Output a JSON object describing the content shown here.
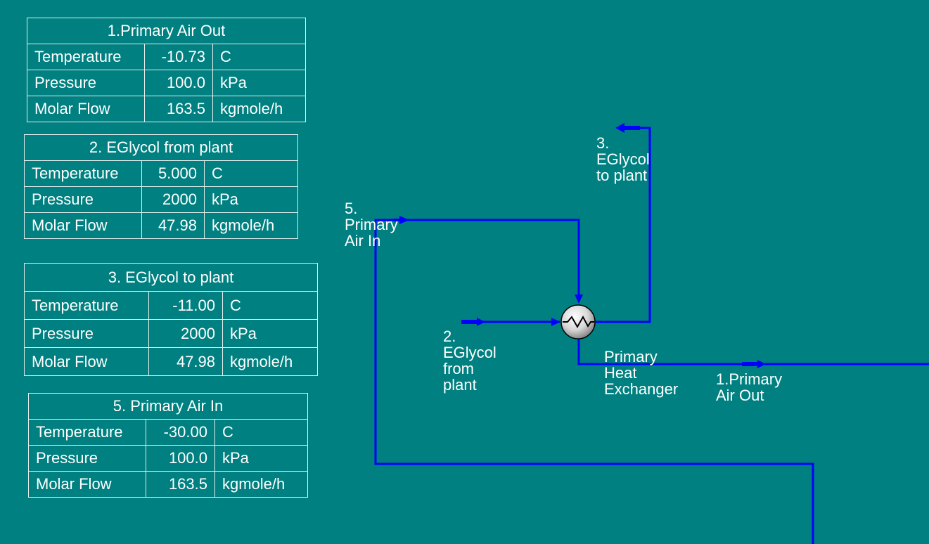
{
  "tables": [
    {
      "title": "1.Primary Air Out",
      "rows": [
        {
          "property": "Temperature",
          "value": "-10.73",
          "unit": "C"
        },
        {
          "property": "Pressure",
          "value": "100.0",
          "unit": "kPa"
        },
        {
          "property": "Molar Flow",
          "value": "163.5",
          "unit": "kgmole/h"
        }
      ]
    },
    {
      "title": "2. EGlycol from plant",
      "rows": [
        {
          "property": "Temperature",
          "value": "5.000",
          "unit": "C"
        },
        {
          "property": "Pressure",
          "value": "2000",
          "unit": "kPa"
        },
        {
          "property": "Molar Flow",
          "value": "47.98",
          "unit": "kgmole/h"
        }
      ]
    },
    {
      "title": "3. EGlycol to plant",
      "rows": [
        {
          "property": "Temperature",
          "value": "-11.00",
          "unit": "C"
        },
        {
          "property": "Pressure",
          "value": "2000",
          "unit": "kPa"
        },
        {
          "property": "Molar Flow",
          "value": "47.98",
          "unit": "kgmole/h"
        }
      ]
    },
    {
      "title": "5. Primary Air In",
      "rows": [
        {
          "property": "Temperature",
          "value": "-30.00",
          "unit": "C"
        },
        {
          "property": "Pressure",
          "value": "100.0",
          "unit": "kPa"
        },
        {
          "property": "Molar Flow",
          "value": "163.5",
          "unit": "kgmole/h"
        }
      ]
    }
  ],
  "flowsheet": {
    "stream5_label": [
      "5.",
      "Primary",
      "Air In"
    ],
    "stream3_label": [
      "3.",
      "EGlycol",
      "to plant"
    ],
    "stream2_label": [
      "2.",
      "EGlycol",
      "from",
      "plant"
    ],
    "exchanger_label": [
      "Primary",
      "Heat",
      "Exchanger"
    ],
    "stream1_label": [
      "1.Primary",
      "Air Out"
    ],
    "stream_color": "#0000ff",
    "background_color": "#008080"
  }
}
